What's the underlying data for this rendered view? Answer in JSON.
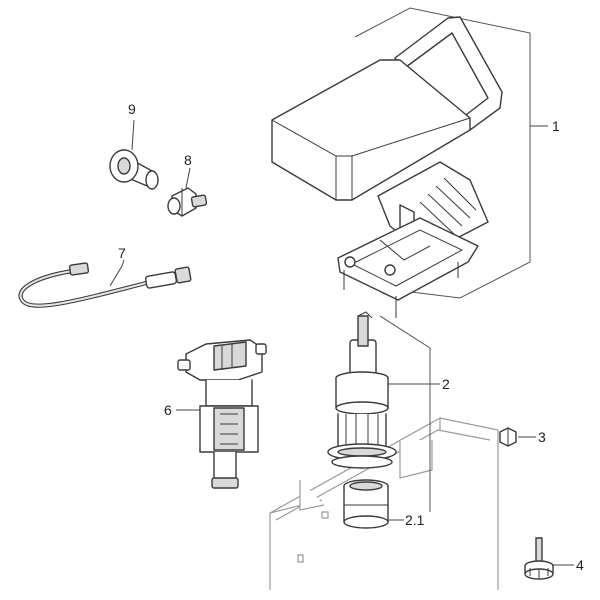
{
  "callouts": {
    "c1": "1",
    "c2": "2",
    "c2_1": "2.1",
    "c3": "3",
    "c4": "4",
    "c6": "6",
    "c7": "7",
    "c8": "8",
    "c9": "9"
  },
  "colors": {
    "line": "#3a3a3a",
    "shade": "#d9d9d9",
    "tank_outline": "#9a9a9a"
  }
}
